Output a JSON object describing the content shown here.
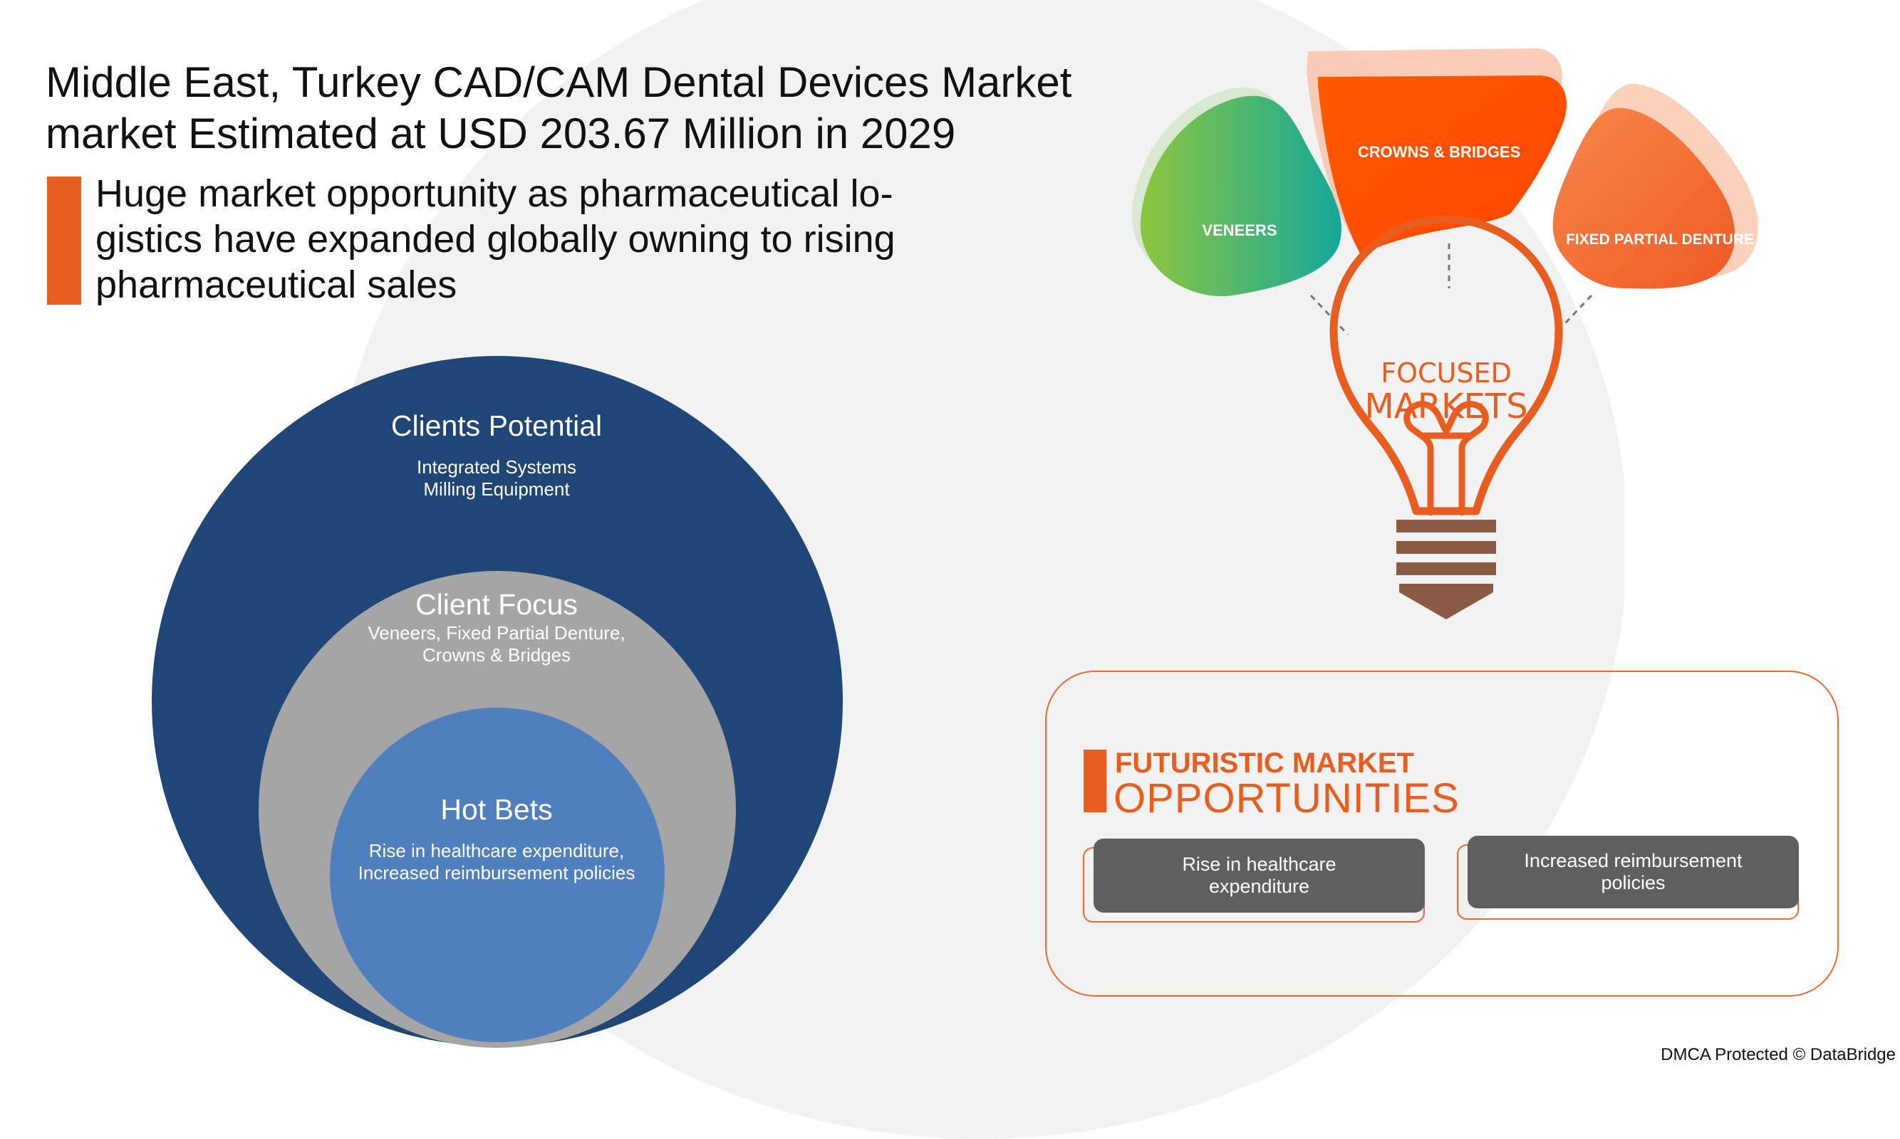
{
  "header": {
    "title_line1": "Middle East, Turkey CAD/CAM Dental Devices Market",
    "title_line2": "market Estimated at USD  203.67 Million in 2029",
    "subtitle_line1": "Huge market opportunity as pharmaceutical lo-",
    "subtitle_line2": "gistics have expanded globally owning to rising",
    "subtitle_line3": "pharmaceutical sales"
  },
  "circles": {
    "outer": {
      "title": "Clients Potential",
      "line1": "Integrated Systems",
      "line2": "Milling Equipment"
    },
    "middle": {
      "title": "Client Focus",
      "line1": "Veneers, Fixed Partial Denture,",
      "line2": "Crowns & Bridges"
    },
    "inner": {
      "title": "Hot Bets",
      "line1": "Rise in healthcare expenditure,",
      "line2": "Increased reimbursement policies"
    }
  },
  "focused_markets": {
    "label_line1": "FOCUSED",
    "label_line2": "MARKETS",
    "petals": [
      "VENEERS",
      "CROWNS & BRIDGES",
      "FIXED PARTIAL DENTURE"
    ]
  },
  "opportunities": {
    "heading_line1": "FUTURISTIC MARKET",
    "heading_line2": "OPPORTUNITIES",
    "card1_line1": "Rise in healthcare",
    "card1_line2": "expenditure",
    "card2_line1": "Increased reimbursement",
    "card2_line2": "policies"
  },
  "footer": {
    "text": "DMCA Protected © DataBridge"
  },
  "colors": {
    "accent_orange": "#e85d20",
    "outer_circle": "#1f4677",
    "middle_circle": "#a5a5a5",
    "inner_circle": "#4f80bd",
    "card_gray": "#5f5f5f",
    "background_blob": "#f2f2f2"
  }
}
